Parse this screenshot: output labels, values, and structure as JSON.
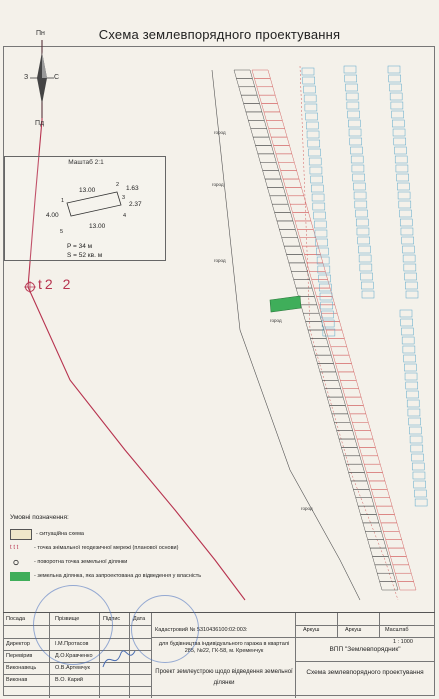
{
  "title": "Схема землевпорядного проектування",
  "compass": {
    "north": "Пн",
    "south": "Пд",
    "west": "З",
    "east": "С"
  },
  "scale": {
    "title": "Маштаб 2:1",
    "dims": {
      "top": "13.00",
      "bottom": "13.00",
      "left": "4.00",
      "right_short": "1.63",
      "right": "2.37"
    },
    "points": [
      "1",
      "2",
      "3",
      "4",
      "5"
    ],
    "perimeter": "P = 34 м",
    "area": "S = 52 кв. м"
  },
  "geodetic_label": "t2 2",
  "street_label": "город",
  "legend": {
    "title": "Умовні позначення:",
    "items": [
      "- ситуаційна схема",
      "- точка знімальної геодезичної мережі (планової основи)",
      "- поворотна точка земельної ділянки",
      "- земельна ділянка, яка запроектована до відведення у власність"
    ]
  },
  "table": {
    "headers": {
      "position": "Посада",
      "name": "Прізвище",
      "sign": "Підпис",
      "date": "Дата"
    },
    "rows": [
      {
        "position": "Директор",
        "name": "І.М.Протасов"
      },
      {
        "position": "Перевірив",
        "name": "Д.О.Кравченко"
      },
      {
        "position": "Виконавець",
        "name": "О.В.Артемчук"
      },
      {
        "position": "Виконав",
        "name": "В.О. Карий"
      }
    ],
    "cadastral": "Кадастровий № 5310436100:02:003:",
    "purpose": "для будівництва індивідуального гаража в кварталі 285, №22, ГК-58, м. Кременчук",
    "project": "Проект землеустрою щодо відведення земельної ділянки",
    "arkush": "Аркуш",
    "arkushiv": "Аркуш",
    "masshtab": "Масштаб",
    "scale_value": "1 : 1000",
    "org": "ВПП \"Землевпорядник\"",
    "scheme": "Схема землевпорядного проектування"
  },
  "colors": {
    "route": "#b7334f",
    "plot": "#3fae5a",
    "blue": "#5aa7c9",
    "red": "#d15a5a",
    "ink": "#333333"
  }
}
